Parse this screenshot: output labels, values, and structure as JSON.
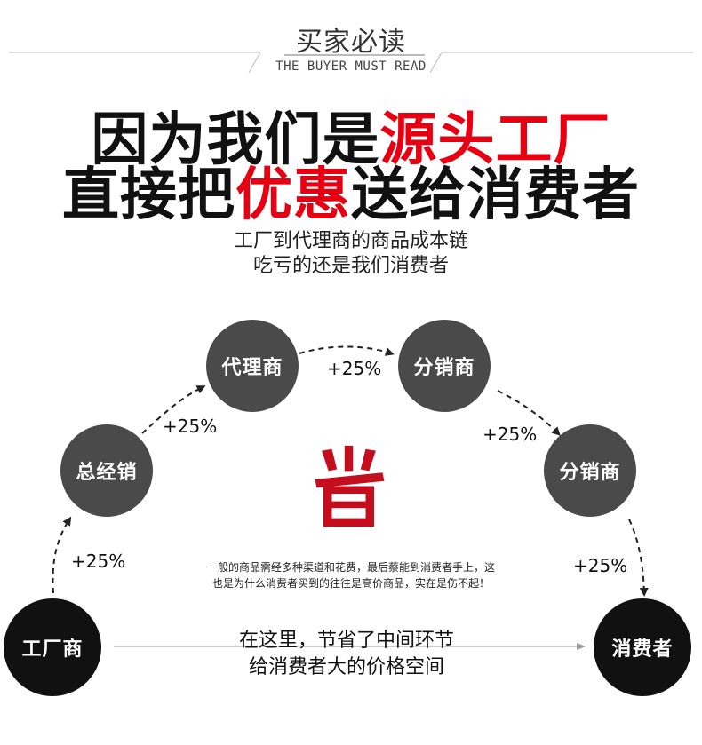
{
  "header": {
    "title": "买家必读",
    "subtitle": "THE BUYER MUST READ"
  },
  "headline": {
    "line1_black": "因为我们是",
    "line1_red": "源头工厂",
    "line2_black_a": "直接把",
    "line2_red": "优惠",
    "line2_black_b": "送给消费者"
  },
  "subtext": {
    "line1": "工厂到代理商的商品成本链",
    "line2": "吃亏的还是我们消费者"
  },
  "nodes": {
    "factory": "工厂商",
    "distributor": "总经销",
    "agent": "代理商",
    "reseller1": "分销商",
    "reseller2": "分销商",
    "consumer": "消费者"
  },
  "markups": {
    "m1": "+25%",
    "m2": "+25%",
    "m3": "+25%",
    "m4": "+25%",
    "m5": "+25%"
  },
  "center": {
    "save_char": "省",
    "save_color": "#c40e1e",
    "note_line1": "一般的商品需经多种渠道和花费，最后蔡能到消费者手上，这",
    "note_line2": "也是为什么消费者买到的往往是高价商品，实在是伤不起！"
  },
  "bottom": {
    "line1": "在这里，节省了中间环节",
    "line2": "给消费者大的价格空间"
  },
  "colors": {
    "accent_red": "#e60012",
    "circle_grey": "#4a4a4a",
    "circle_black": "#111111"
  }
}
